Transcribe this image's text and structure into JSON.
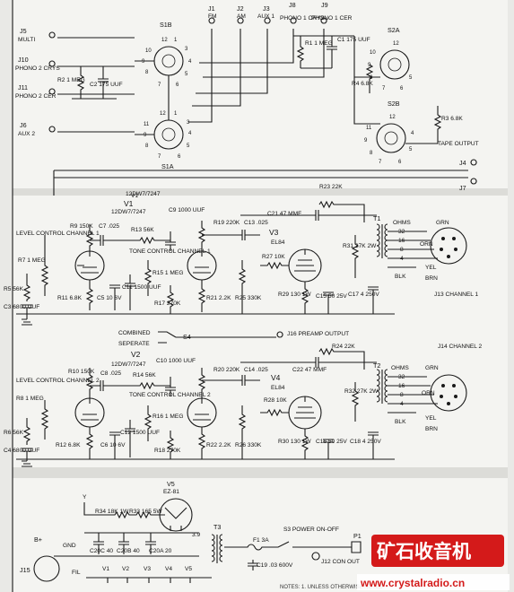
{
  "selector_top": {
    "jacks": [
      {
        "id": "J1",
        "name": "FM"
      },
      {
        "id": "J2",
        "name": "AM"
      },
      {
        "id": "J3",
        "name": "AUX 1"
      },
      {
        "id": "J8",
        "name": "PHONO 1 CRYS"
      },
      {
        "id": "J9",
        "name": "PHONO 1 CER"
      }
    ],
    "left_jacks": [
      {
        "id": "J5",
        "name": "MULTI"
      },
      {
        "id": "J10",
        "name": "PHONO 2 CRYS"
      },
      {
        "id": "J11",
        "name": "PHONO 2 CER"
      },
      {
        "id": "J6",
        "name": "AUX 2"
      }
    ],
    "switches": [
      "S1B",
      "S1A",
      "S2A",
      "S2B"
    ],
    "parts": {
      "r1": "R1 1 MEG",
      "c1": "C1 175 UUF",
      "r2": "R2 1 MEG",
      "c2": "C2 175 UUF",
      "r4": "R4 6.8K",
      "r3": "R3 6.8K"
    },
    "tape_output": "TAPE OUTPUT",
    "j4": "J4",
    "j7": "J7"
  },
  "channel1": {
    "tube_v1": "V1",
    "tube_v1_type": "12DW7/7247",
    "level": "LEVEL CONTROL CHANNEL 1",
    "r7": "R7 1 MEG",
    "r9": "R9 150K",
    "c7": "C7 .025",
    "r13": "R13 56K",
    "c9": "C9 1000 UUF",
    "tone": "TONE CONTROL CHANNEL 1",
    "r15": "R15 1 MEG",
    "c11": "C11 1500 UUF",
    "r17": "R17 270K",
    "r5": "R5 56K",
    "c3": "C3 6800 UUF",
    "r11": "R11 6.8K",
    "c5": "C5 10 6V",
    "r19": "R19 220K",
    "c13": "C13 .025",
    "r21": "R21 2.2K",
    "r25": "R25 330K",
    "tube_v3": "V3",
    "tube_v3_type": "EL84",
    "c21": "C21 47 MMF",
    "r23": "R23 22K",
    "r27": "R27 10K",
    "r29": "R29 130 1W",
    "c15": "C15 50 25V",
    "r31": "R31 27K 2W",
    "c17": "C17 4 250V",
    "t1": "T1",
    "ohms": "OHMS",
    "taps": [
      "32",
      "16",
      "8",
      "4"
    ],
    "j13": "J13 CHANNEL 1",
    "pins": [
      "GRN",
      "ORN",
      "YEL",
      "BRN",
      "BLK"
    ]
  },
  "mode": {
    "combined": "COMBINED",
    "separate": "SEPERATE",
    "s4": "S4",
    "j16": "J16 PREAMP OUTPUT"
  },
  "channel2": {
    "tube_v2": "V2",
    "tube_v2_type": "12DW7/7247",
    "level": "LEVEL CONTROL CHANNEL 2",
    "r8": "R8 1 MEG",
    "r10": "R10 150K",
    "c8": "C8 .025",
    "r14": "R14 56K",
    "c10": "C10 1000 UUF",
    "tone": "TONE CONTROL CHANNEL 2",
    "r16": "R16 1 MEG",
    "c12": "C12 1500 UUF",
    "r18": "R18 270K",
    "r6": "R6 56K",
    "c4": "C4 6800 UUF",
    "r12": "R12 6.8K",
    "c6": "C6 10 6V",
    "r20": "R20 220K",
    "c14": "C14 .025",
    "r22": "R22 2.2K",
    "r26": "R26 330K",
    "tube_v4": "V4",
    "tube_v4_type": "EL84",
    "c22": "C22 47 MMF",
    "r24": "R24 22K",
    "r28": "R28 10K",
    "r30": "R30 130 1W",
    "c16": "C16 50 25V",
    "r32": "R32 27K 2W",
    "c18": "C18 4 250V",
    "t2": "T2",
    "ohms": "OHMS",
    "taps": [
      "32",
      "16",
      "8",
      "4"
    ],
    "j14": "J14 CHANNEL 2",
    "pins": [
      "GRN",
      "ORN",
      "YEL",
      "BRN",
      "BLK"
    ]
  },
  "power": {
    "v5": "V5",
    "v5_type": "EZ-81",
    "r34": "R34 18K 1W",
    "r33": "R33 165 5W",
    "filter_caps": [
      "C20C 40",
      "C20B 40",
      "C20A 20"
    ],
    "t3": "T3",
    "heater_v": "3.9",
    "f1": "F1 3A",
    "c19": "C19 .03 600V",
    "s3": "S3 POWER ON-OFF",
    "j12": "J12 CON OUT",
    "p1": "P1",
    "j15": "J15",
    "bplus": "B+",
    "gnd": "GND",
    "fil": "FIL",
    "heaters": [
      "V1",
      "V2",
      "V3",
      "V4",
      "V5"
    ],
    "y": "Y"
  },
  "watermark": {
    "cn": "矿石收音机",
    "url": "www.crystalradio.cn"
  },
  "note": "NOTES: 1. UNLESS OTHERWISE NOTED"
}
